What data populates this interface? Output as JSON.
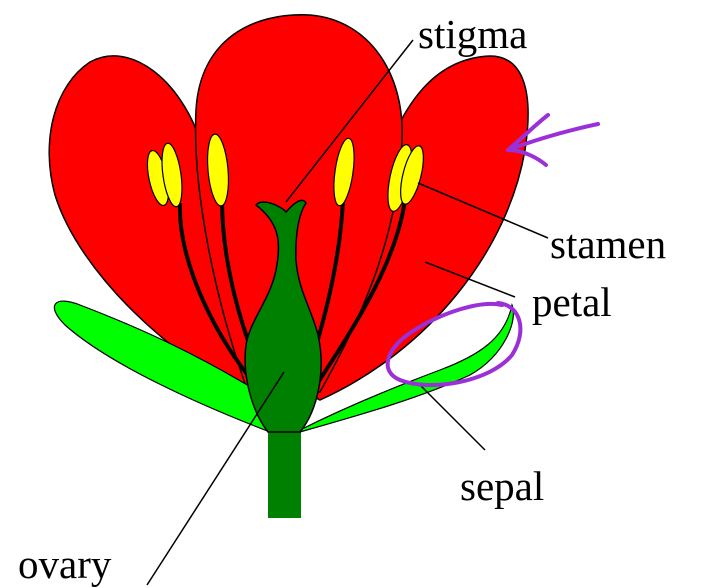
{
  "labels": {
    "stigma": "stigma",
    "stamen": "stamen",
    "petal": "petal",
    "sepal": "sepal",
    "ovary": "ovary"
  },
  "colors": {
    "petal": "#ff0000",
    "sepal": "#00ff00",
    "pistil": "#008000",
    "anther": "#ffff00",
    "filament": "#000000",
    "annotation": "#9b30d9"
  }
}
